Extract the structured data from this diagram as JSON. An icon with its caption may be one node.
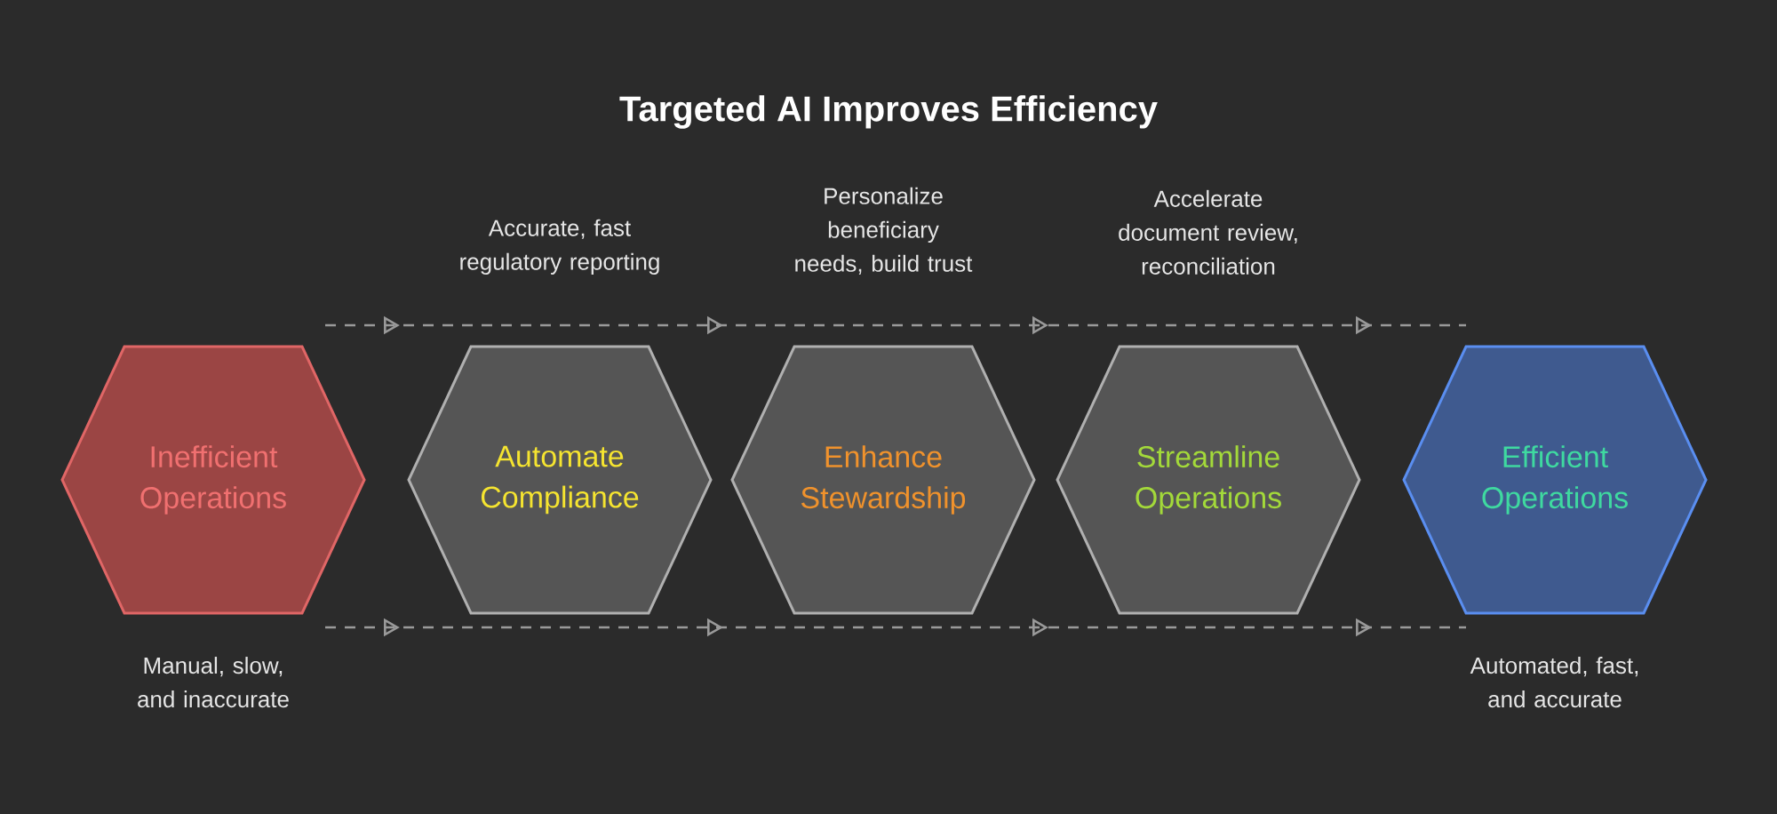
{
  "diagram": {
    "title": "Targeted AI Improves Efficiency",
    "nodes": [
      {
        "text": [
          "Inefficient Operations"
        ],
        "beside": [
          "Manual, slow, and inaccurate"
        ]
      },
      {
        "text": [
          "Automate Compliance"
        ],
        "beside": [
          "Accurate, fast regulatory reporting"
        ]
      },
      {
        "text": [
          "Enhance Stewardship"
        ],
        "beside": [
          "Personalize beneficiary needs, build trust"
        ]
      },
      {
        "text": [
          "Streamline Operations"
        ],
        "beside": [
          "Accelerate document review, reconciliation"
        ]
      },
      {
        "text": [
          "Efficient Operations"
        ],
        "beside": [
          "Automated, fast, and accurate"
        ]
      }
    ],
    "edges": [
      {
        "from": 0,
        "to": 1,
        "arrow": "to",
        "style": "dashed"
      },
      {
        "from": 1,
        "to": 2,
        "arrow": "to",
        "style": "dashed"
      },
      {
        "from": 2,
        "to": 3,
        "arrow": "to",
        "style": "dashed"
      },
      {
        "from": 3,
        "to": 4,
        "arrow": "to",
        "style": "dashed"
      },
      {
        "from": 0,
        "to": 1,
        "arrow": "to",
        "style": "dashed"
      },
      {
        "from": 1,
        "to": 2,
        "arrow": "to",
        "style": "dashed"
      },
      {
        "from": 2,
        "to": 3,
        "arrow": "to",
        "style": "dashed"
      },
      {
        "from": 3,
        "to": 4,
        "arrow": "to",
        "style": "dashed"
      }
    ]
  }
}
